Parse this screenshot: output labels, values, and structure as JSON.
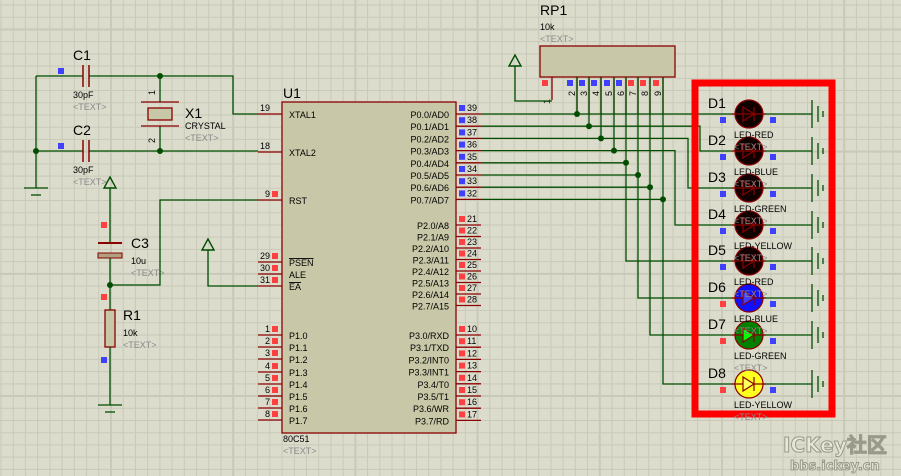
{
  "placeholder_text": "<TEXT>",
  "colors": {
    "background": "#dcdccc",
    "grid": "#c9c9b9",
    "wire": "#004d00",
    "pin": "#8b0000",
    "chip_fill": "#c8c8a8",
    "highlight_box": "#ff0000",
    "pin_marker_red": "#ff4040",
    "pin_marker_blue": "#4040ff"
  },
  "u1": {
    "ref": "U1",
    "part": "80C51",
    "left_pins": [
      {
        "num": "19",
        "label": "XTAL1"
      },
      {
        "num": "18",
        "label": "XTAL2"
      },
      {
        "num": "9",
        "label": "RST"
      },
      {
        "num": "29",
        "label": "PSEN"
      },
      {
        "num": "30",
        "label": "ALE"
      },
      {
        "num": "31",
        "label": "EA"
      },
      {
        "num": "1",
        "label": "P1.0"
      },
      {
        "num": "2",
        "label": "P1.1"
      },
      {
        "num": "3",
        "label": "P1.2"
      },
      {
        "num": "4",
        "label": "P1.3"
      },
      {
        "num": "5",
        "label": "P1.4"
      },
      {
        "num": "6",
        "label": "P1.5"
      },
      {
        "num": "7",
        "label": "P1.6"
      },
      {
        "num": "8",
        "label": "P1.7"
      }
    ],
    "right_pins": [
      {
        "num": "39",
        "label": "P0.0/AD0"
      },
      {
        "num": "38",
        "label": "P0.1/AD1"
      },
      {
        "num": "37",
        "label": "P0.2/AD2"
      },
      {
        "num": "36",
        "label": "P0.3/AD3"
      },
      {
        "num": "35",
        "label": "P0.4/AD4"
      },
      {
        "num": "34",
        "label": "P0.5/AD5"
      },
      {
        "num": "33",
        "label": "P0.6/AD6"
      },
      {
        "num": "32",
        "label": "P0.7/AD7"
      },
      {
        "num": "21",
        "label": "P2.0/A8"
      },
      {
        "num": "22",
        "label": "P2.1/A9"
      },
      {
        "num": "23",
        "label": "P2.2/A10"
      },
      {
        "num": "24",
        "label": "P2.3/A11"
      },
      {
        "num": "25",
        "label": "P2.4/A12"
      },
      {
        "num": "26",
        "label": "P2.5/A13"
      },
      {
        "num": "27",
        "label": "P2.6/A14"
      },
      {
        "num": "28",
        "label": "P2.7/A15"
      },
      {
        "num": "10",
        "label": "P3.0/RXD"
      },
      {
        "num": "11",
        "label": "P3.1/TXD"
      },
      {
        "num": "12",
        "label": "P3.2/INT0"
      },
      {
        "num": "13",
        "label": "P3.3/INT1"
      },
      {
        "num": "14",
        "label": "P3.4/T0"
      },
      {
        "num": "15",
        "label": "P3.5/T1"
      },
      {
        "num": "16",
        "label": "P3.6/WR"
      },
      {
        "num": "17",
        "label": "P3.7/RD"
      }
    ]
  },
  "c1": {
    "ref": "C1",
    "value": "30pF"
  },
  "c2": {
    "ref": "C2",
    "value": "30pF"
  },
  "c3": {
    "ref": "C3",
    "value": "10u"
  },
  "x1": {
    "ref": "X1",
    "value": "CRYSTAL",
    "pins": [
      "1",
      "2"
    ]
  },
  "r1": {
    "ref": "R1",
    "value": "10k"
  },
  "rp1": {
    "ref": "RP1",
    "value": "10k",
    "pins": [
      "1",
      "2",
      "3",
      "4",
      "5",
      "6",
      "7",
      "8",
      "9"
    ]
  },
  "leds": [
    {
      "ref": "D1",
      "type": "LED-RED",
      "color": "#100000",
      "state": "off"
    },
    {
      "ref": "D2",
      "type": "LED-BLUE",
      "color": "#100000",
      "state": "off"
    },
    {
      "ref": "D3",
      "type": "LED-GREEN",
      "color": "#100000",
      "state": "off"
    },
    {
      "ref": "D4",
      "type": "LED-YELLOW",
      "color": "#100000",
      "state": "off"
    },
    {
      "ref": "D5",
      "type": "LED-RED",
      "color": "#100000",
      "state": "off"
    },
    {
      "ref": "D6",
      "type": "LED-BLUE",
      "color": "#1010ff",
      "state": "on"
    },
    {
      "ref": "D7",
      "type": "LED-GREEN",
      "color": "#008000",
      "state": "on"
    },
    {
      "ref": "D8",
      "type": "LED-YELLOW",
      "color": "#ffff20",
      "state": "on"
    }
  ],
  "watermark": {
    "line1": "ICKey社区",
    "line2": "bbs.ickey.cn"
  }
}
